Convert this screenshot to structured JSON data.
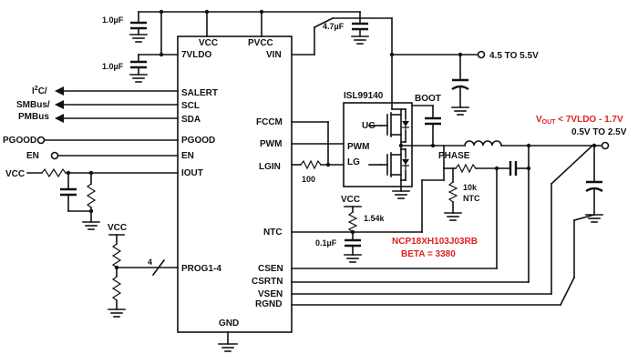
{
  "ic_main": {
    "pins_left": {
      "vcc": "VCC",
      "vldo": "7VLDO",
      "salert": "SALERT",
      "scl": "SCL",
      "sda": "SDA",
      "pgood": "PGOOD",
      "en": "EN",
      "iout": "IOUT",
      "prog": "PROG1-4"
    },
    "pins_top": {
      "vcc": "VCC",
      "pvcc": "PVCC"
    },
    "pins_right": {
      "vin": "VIN",
      "fccm": "FCCM",
      "pwm": "PWM",
      "lgin": "LGIN",
      "ntc": "NTC",
      "csen": "CSEN",
      "csrtn": "CSRTN",
      "vsen": "VSEN",
      "rgnd": "RGND"
    },
    "pin_bottom": "GND"
  },
  "driver": {
    "name": "ISL99140",
    "pins": {
      "ug": "UG",
      "pwm": "PWM",
      "lg": "LG"
    },
    "boot": "BOOT",
    "phase": "PHASE"
  },
  "components": {
    "cap_vcc": "1.0µF",
    "cap_vldo": "1.0µF",
    "cap_pvcc": "4.7µF",
    "r_lgin": "100",
    "r_ntc_pullup": "1.54k",
    "cap_ntc": "0.1µF",
    "ntc_value": "10k",
    "ntc_label": "NTC",
    "vcc_ntc": "VCC",
    "vcc_prog": "VCC",
    "vcc_iout": "VCC",
    "bus_width": "4"
  },
  "signals": {
    "i2c_line1": "I",
    "i2c_sup": "2",
    "i2c_line1b": "C/",
    "i2c_line2": "SMBus/",
    "i2c_line3": "PMBus",
    "pgood": "PGOOD",
    "en": "EN"
  },
  "supply": {
    "vin": "4.5 TO 5.5V"
  },
  "output": {
    "vout_prefix": "V",
    "vout_sub": "OUT",
    "vout_rest": " < 7VLDO - 1.7V",
    "range": "0.5V TO 2.5V"
  },
  "thermistor": {
    "part": "NCP18XH103J03RB",
    "beta": "BETA = 3380"
  },
  "colors": {
    "wire": "#111111",
    "highlight": "#e02020",
    "background": "#ffffff"
  }
}
